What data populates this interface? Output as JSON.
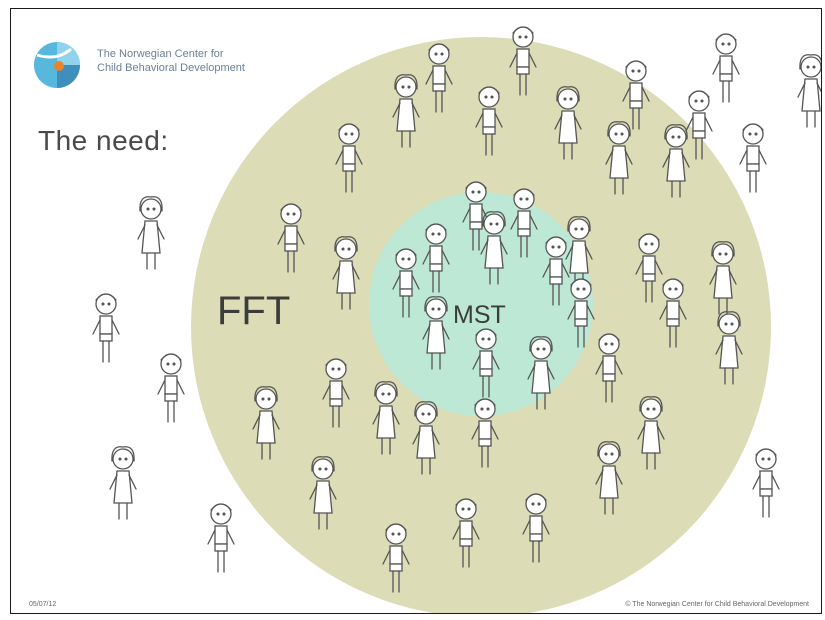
{
  "organization": {
    "line1": "The Norwegian Center for",
    "line2": "Child Behavioral Development"
  },
  "headline": "The need:",
  "rings": {
    "outer_label": "FFT",
    "inner_label": "MST"
  },
  "footer": {
    "date": "05/07/12",
    "copyright": "© The Norwegian Center for Child Behavioral Development"
  },
  "colors": {
    "outer_ring": "#dcdcb6",
    "inner_ring": "#bde8d6",
    "ring_label": "#3c3c3c",
    "figure_stroke": "#555555"
  },
  "icons": {
    "logo": "center-logo-icon",
    "figure": "child-figure-icon"
  }
}
